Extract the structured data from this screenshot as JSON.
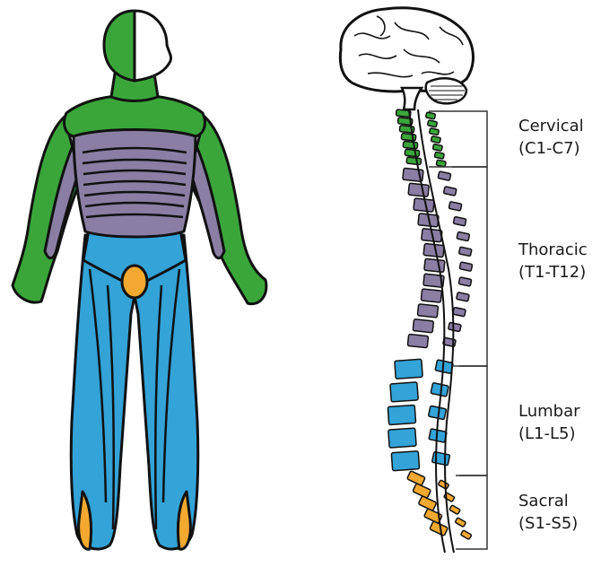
{
  "colors": {
    "cervical": "#3aa63a",
    "thoracic": "#8a7ea4",
    "lumbar": "#33a3d8",
    "sacral": "#f3a830",
    "outline": "#111111",
    "brain_fill": "#ffffff"
  },
  "regions": [
    {
      "key": "cervical",
      "name": "Cervical",
      "range": "(C1-C7)",
      "count": 7
    },
    {
      "key": "thoracic",
      "name": "Thoracic",
      "range": "(T1-T12)",
      "count": 12
    },
    {
      "key": "lumbar",
      "name": "Lumbar",
      "range": "(L1-L5)",
      "count": 5
    },
    {
      "key": "sacral",
      "name": "Sacral",
      "range": "(S1-S5)",
      "count": 5
    }
  ]
}
